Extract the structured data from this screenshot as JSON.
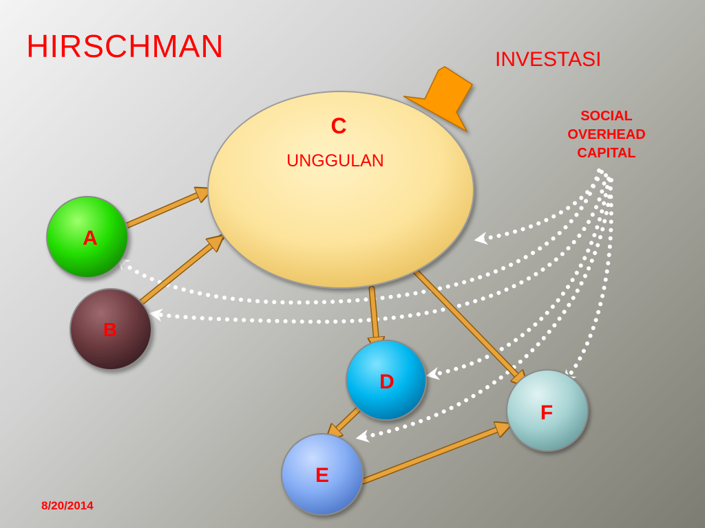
{
  "title": "HIRSCHMAN",
  "investment_label": "INVESTASI",
  "social_overhead_label": [
    "SOCIAL",
    "OVERHEAD",
    "CAPITAL"
  ],
  "date": "8/20/2014",
  "colors": {
    "title": "#ff0000",
    "node_label": "#ff0000",
    "arrow": "#e8a33a",
    "dotted_arrow": "#ffffff",
    "investment_arrow": "#ff9900"
  },
  "nodes": [
    {
      "id": "A",
      "label": "A",
      "fill": "#22dd00"
    },
    {
      "id": "B",
      "label": "B",
      "fill": "#6b3a3f"
    },
    {
      "id": "C",
      "label": "C",
      "sublabel": "UNGGULAN",
      "fill": "#fde49c"
    },
    {
      "id": "D",
      "label": "D",
      "fill": "#00b7f0"
    },
    {
      "id": "E",
      "label": "E",
      "fill": "#86aef5"
    },
    {
      "id": "F",
      "label": "F",
      "fill": "#a7d3d3"
    }
  ],
  "edges": [
    {
      "from": "A",
      "to": "C"
    },
    {
      "from": "B",
      "to": "C"
    },
    {
      "from": "C",
      "to": "D"
    },
    {
      "from": "C",
      "to": "F"
    },
    {
      "from": "D",
      "to": "E"
    },
    {
      "from": "E",
      "to": "F"
    }
  ],
  "social_overhead_links": [
    "A",
    "B",
    "C",
    "D",
    "E",
    "F"
  ]
}
